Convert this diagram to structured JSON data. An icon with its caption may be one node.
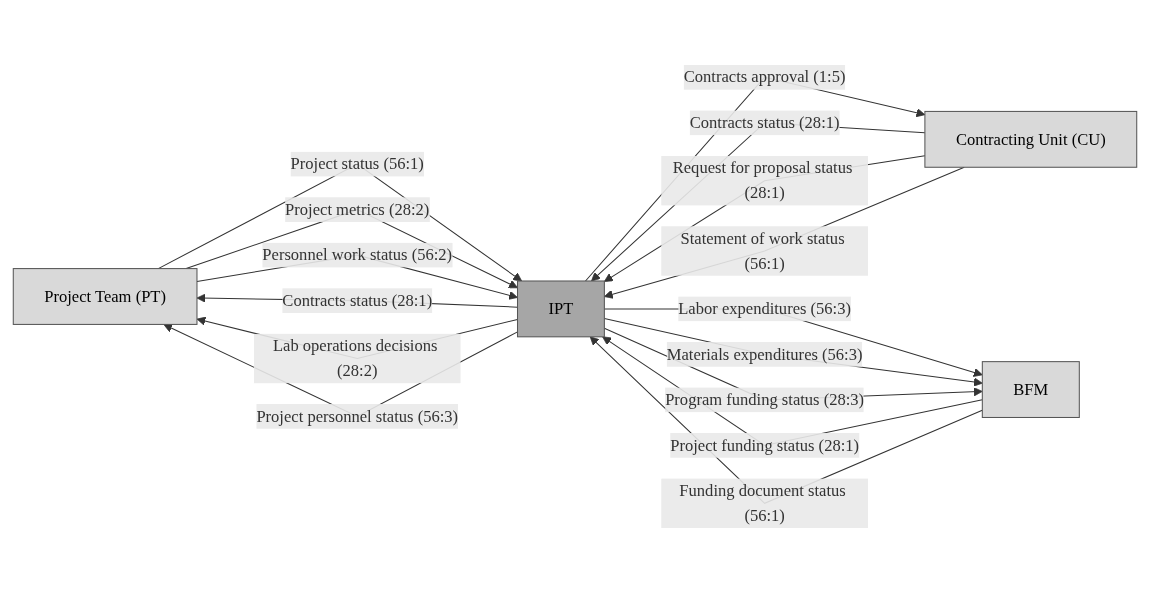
{
  "diagram": {
    "nodes": [
      {
        "text": [
          "Project Team (PT)"
        ]
      },
      {
        "text": [
          "IPT"
        ]
      },
      {
        "text": [
          "Contracting Unit (CU)"
        ]
      },
      {
        "text": [
          "BFM"
        ]
      }
    ],
    "edges": [
      {
        "from": 0,
        "to": 1,
        "arrow": "to",
        "label": "Project status (56:1)"
      },
      {
        "from": 0,
        "to": 1,
        "arrow": "to",
        "label": "Project metrics (28:2)"
      },
      {
        "from": 0,
        "to": 1,
        "arrow": "to",
        "label": "Personnel work status (56:2)"
      },
      {
        "from": 1,
        "to": 0,
        "arrow": "to",
        "label": "Contracts status (28:1)"
      },
      {
        "from": 1,
        "to": 0,
        "arrow": "to",
        "label": "Lab operations decisions (28:2)"
      },
      {
        "from": 1,
        "to": 0,
        "arrow": "to",
        "label": "Project personnel status (56:3)"
      },
      {
        "from": 2,
        "to": 1,
        "arrow": "to",
        "label": "Contracts status (28:1)"
      },
      {
        "from": 2,
        "to": 1,
        "arrow": "to",
        "label": "Request for proposal status (28:1)"
      },
      {
        "from": 2,
        "to": 1,
        "arrow": "to",
        "label": "Statement of work status (56:1)"
      },
      {
        "from": 1,
        "to": 2,
        "arrow": "to",
        "label": "Contracts approval (1:5)"
      },
      {
        "from": 3,
        "to": 1,
        "arrow": "to",
        "label": "Project funding status (28:1)"
      },
      {
        "from": 3,
        "to": 1,
        "arrow": "to",
        "label": "Funding document status (56:1)"
      },
      {
        "from": 1,
        "to": 3,
        "arrow": "to",
        "label": "Labor expenditures (56:3)"
      },
      {
        "from": 1,
        "to": 3,
        "arrow": "to",
        "label": "Materials expenditures (56:3)"
      },
      {
        "from": 1,
        "to": 3,
        "arrow": "to",
        "label": "Program funding status (28:3)"
      }
    ]
  }
}
